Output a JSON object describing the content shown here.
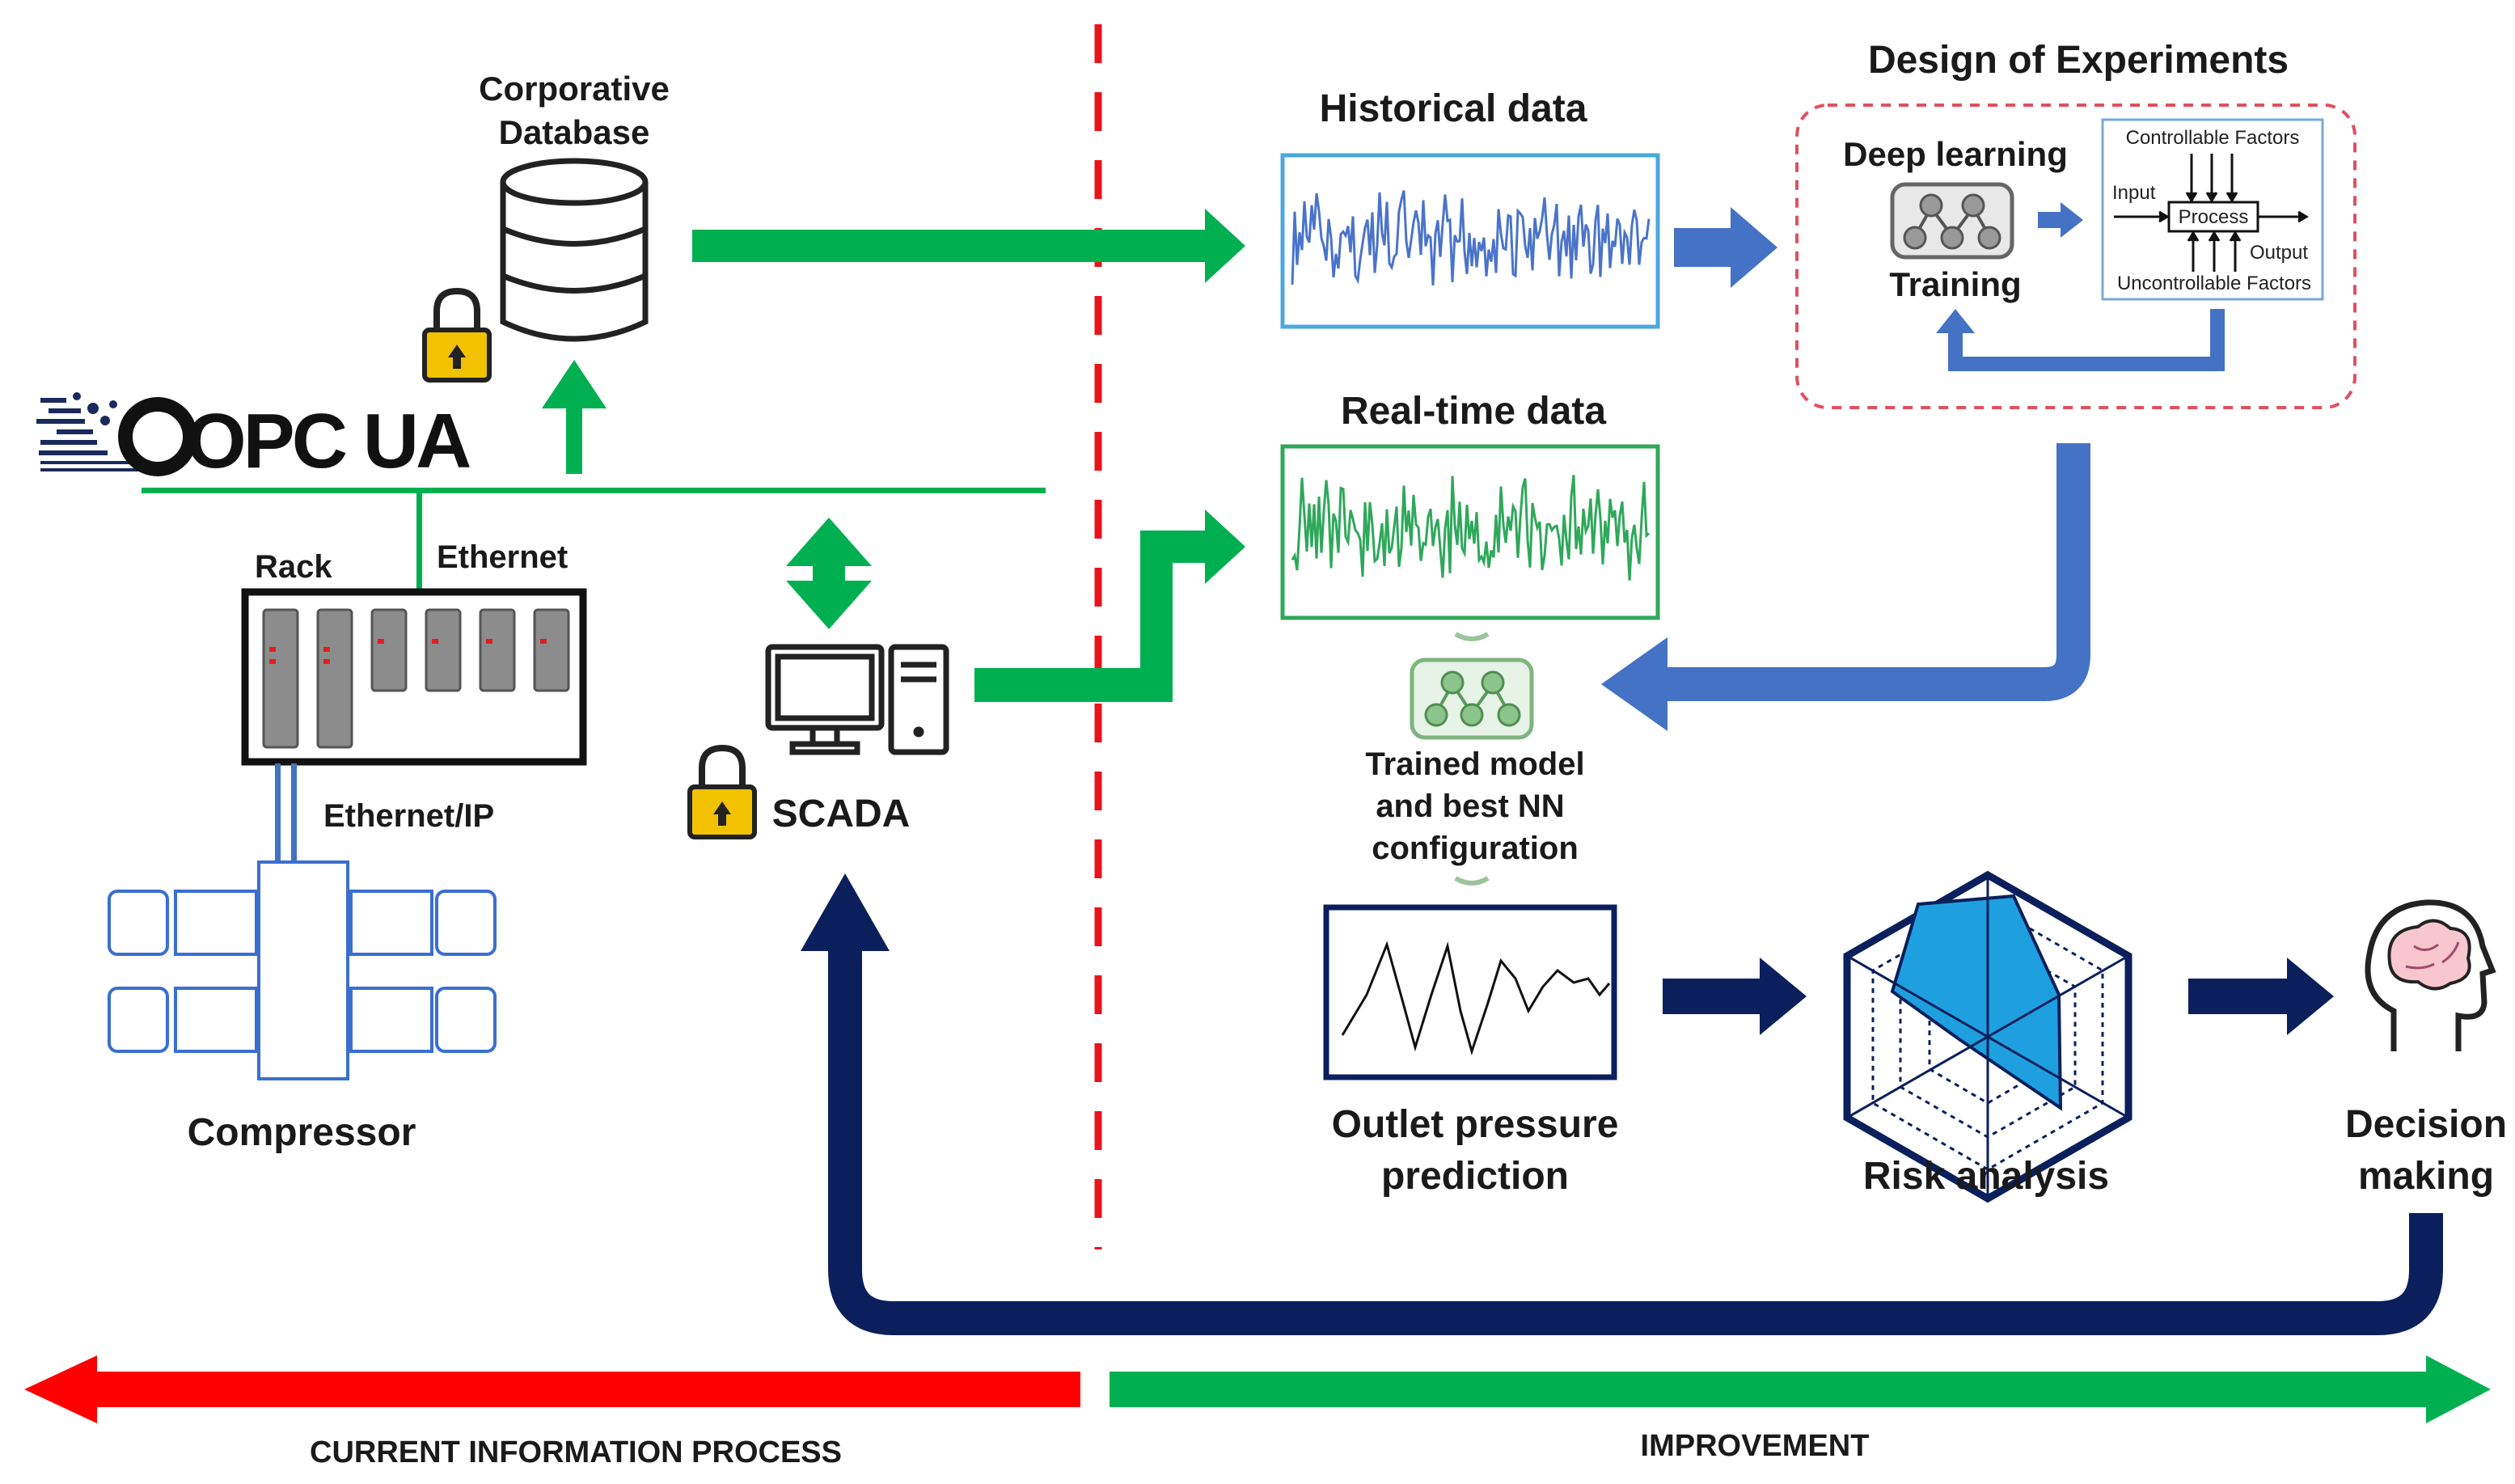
{
  "labels": {
    "corporative_database_line1": "Corporative",
    "corporative_database_line2": "Database",
    "opc_ua": "OPC UA",
    "rack": "Rack",
    "ethernet": "Ethernet",
    "ethernet_ip": "Ethernet/IP",
    "compressor": "Compressor",
    "scada": "SCADA",
    "historical_data": "Historical data",
    "real_time_data": "Real-time data",
    "design_of_experiments": "Design of Experiments",
    "deep_learning": "Deep learning",
    "training": "Training",
    "controllable_factors": "Controllable Factors",
    "input": "Input",
    "process": "Process",
    "output": "Output",
    "uncontrollable_factors": "Uncontrollable Factors",
    "trained_model_line1": "Trained model",
    "trained_model_line2": "and best NN",
    "trained_model_line3": "configuration",
    "outlet_pressure_line1": "Outlet pressure",
    "outlet_pressure_line2": "prediction",
    "risk_analysis": "Risk analysis",
    "decision_line1": "Decision",
    "decision_line2": "making",
    "current_process": "CURRENT  INFORMATION  PROCESS",
    "improvement": "IMPROVEMENT"
  },
  "colors": {
    "green_arrow": "#00b050",
    "blue_arrow": "#4472c4",
    "navy_arrow": "#0a1f5c",
    "red_arrow": "#ff0000",
    "divider": "#e8141c",
    "historical_signal": "#4a74c9",
    "realtime_signal": "#2ea85a",
    "doe_border": "#e05060",
    "risk_fill": "#1ea0e0",
    "lock": "#f2c200"
  }
}
